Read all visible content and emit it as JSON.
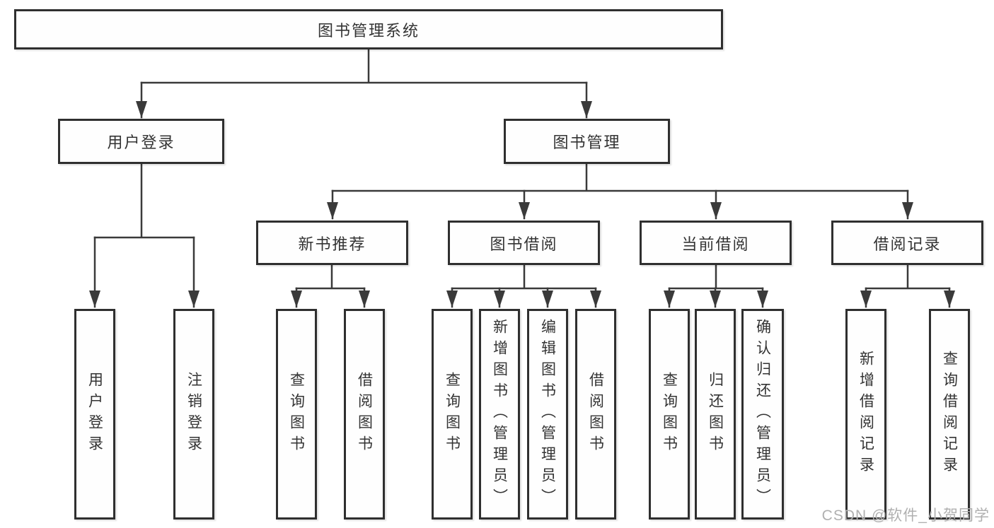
{
  "diagram": {
    "root": {
      "label": "图书管理系统"
    },
    "level2": [
      {
        "label": "用户登录"
      },
      {
        "label": "图书管理"
      }
    ],
    "level3": [
      {
        "label": "新书推荐",
        "parent": "图书管理"
      },
      {
        "label": "图书借阅",
        "parent": "图书管理"
      },
      {
        "label": "当前借阅",
        "parent": "图书管理"
      },
      {
        "label": "借阅记录",
        "parent": "图书管理"
      }
    ],
    "leaves": [
      {
        "label": "用户登录",
        "parent": "用户登录"
      },
      {
        "label": "注销登录",
        "parent": "用户登录"
      },
      {
        "label": "查询图书",
        "parent": "新书推荐"
      },
      {
        "label": "借阅图书",
        "parent": "新书推荐"
      },
      {
        "label": "查询图书",
        "parent": "图书借阅"
      },
      {
        "label": "新增图书（管理员）",
        "parent": "图书借阅"
      },
      {
        "label": "编辑图书（管理员）",
        "parent": "图书借阅"
      },
      {
        "label": "借阅图书",
        "parent": "图书借阅"
      },
      {
        "label": "查询图书",
        "parent": "当前借阅"
      },
      {
        "label": "归还图书",
        "parent": "当前借阅"
      },
      {
        "label": "确认归还（管理员）",
        "parent": "当前借阅"
      },
      {
        "label": "新增借阅记录",
        "parent": "借阅记录"
      },
      {
        "label": "查询借阅记录",
        "parent": "借阅记录"
      }
    ],
    "watermark": "CSDN @软件_小贺同学",
    "colors": {
      "line": "#3a3a3a",
      "border": "#2f2f2f",
      "text": "#333333",
      "watermark": "#b0b0b0",
      "background": "#ffffff"
    }
  }
}
